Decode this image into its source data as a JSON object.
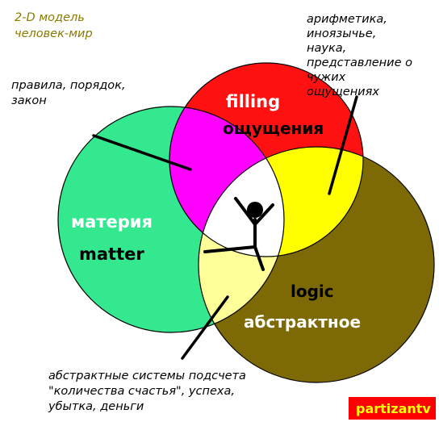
{
  "title": [
    "2-D модель",
    "человек-мир"
  ],
  "circles": {
    "matter": {
      "label_ru": "материя",
      "label_en": "matter",
      "color": "#33e88f"
    },
    "feelings": {
      "label_ru": "ощущения",
      "label_en": "filling",
      "color": "#ff1111"
    },
    "abstract": {
      "label_ru": "абстрактное",
      "label_en": "logic",
      "color": "#7d6a06"
    }
  },
  "overlap_colors": {
    "matter_feelings": "#ff00ff",
    "feelings_abstract": "#ffff00",
    "matter_abstract": "#ffff99",
    "center": "#ffffff"
  },
  "annotations": {
    "rules": [
      "правила, порядок,",
      "закон"
    ],
    "science": [
      "арифметика,",
      "иноязычье,",
      "наука,",
      "представление о",
      "чужих",
      "ощущениях"
    ],
    "systems": [
      "абстрактные системы подсчета",
      "\"количества счастья\", успеха,",
      "убытка, деньги"
    ]
  },
  "watermark": "partizantv",
  "colors": {
    "title": "#8a7a00",
    "watermark_bg": "#ff0000",
    "watermark_text": "#ffff00",
    "figure": "#000000"
  }
}
